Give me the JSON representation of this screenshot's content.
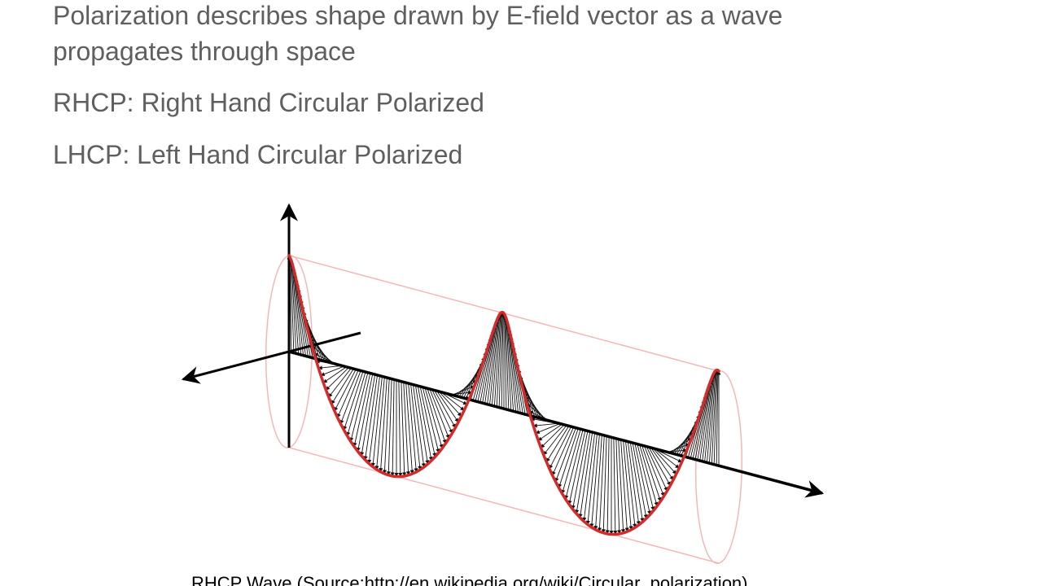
{
  "slide": {
    "bullets": [
      {
        "line1": "Polarization describes shape drawn by E-field vector as a wave",
        "line2": "propagates through space"
      },
      {
        "text": "RHCP: Right Hand Circular Polarized"
      },
      {
        "text": "LHCP: Left Hand Circular Polarized"
      }
    ],
    "caption": "RHCP Wave (Source:http://en.wikipedia.org/wiki/Circular_polarization)"
  },
  "diagram": {
    "helix_color": "#d42a2a",
    "cylinder_color": "#f2b8b8",
    "vector_color": "#111111",
    "turns": 2
  }
}
